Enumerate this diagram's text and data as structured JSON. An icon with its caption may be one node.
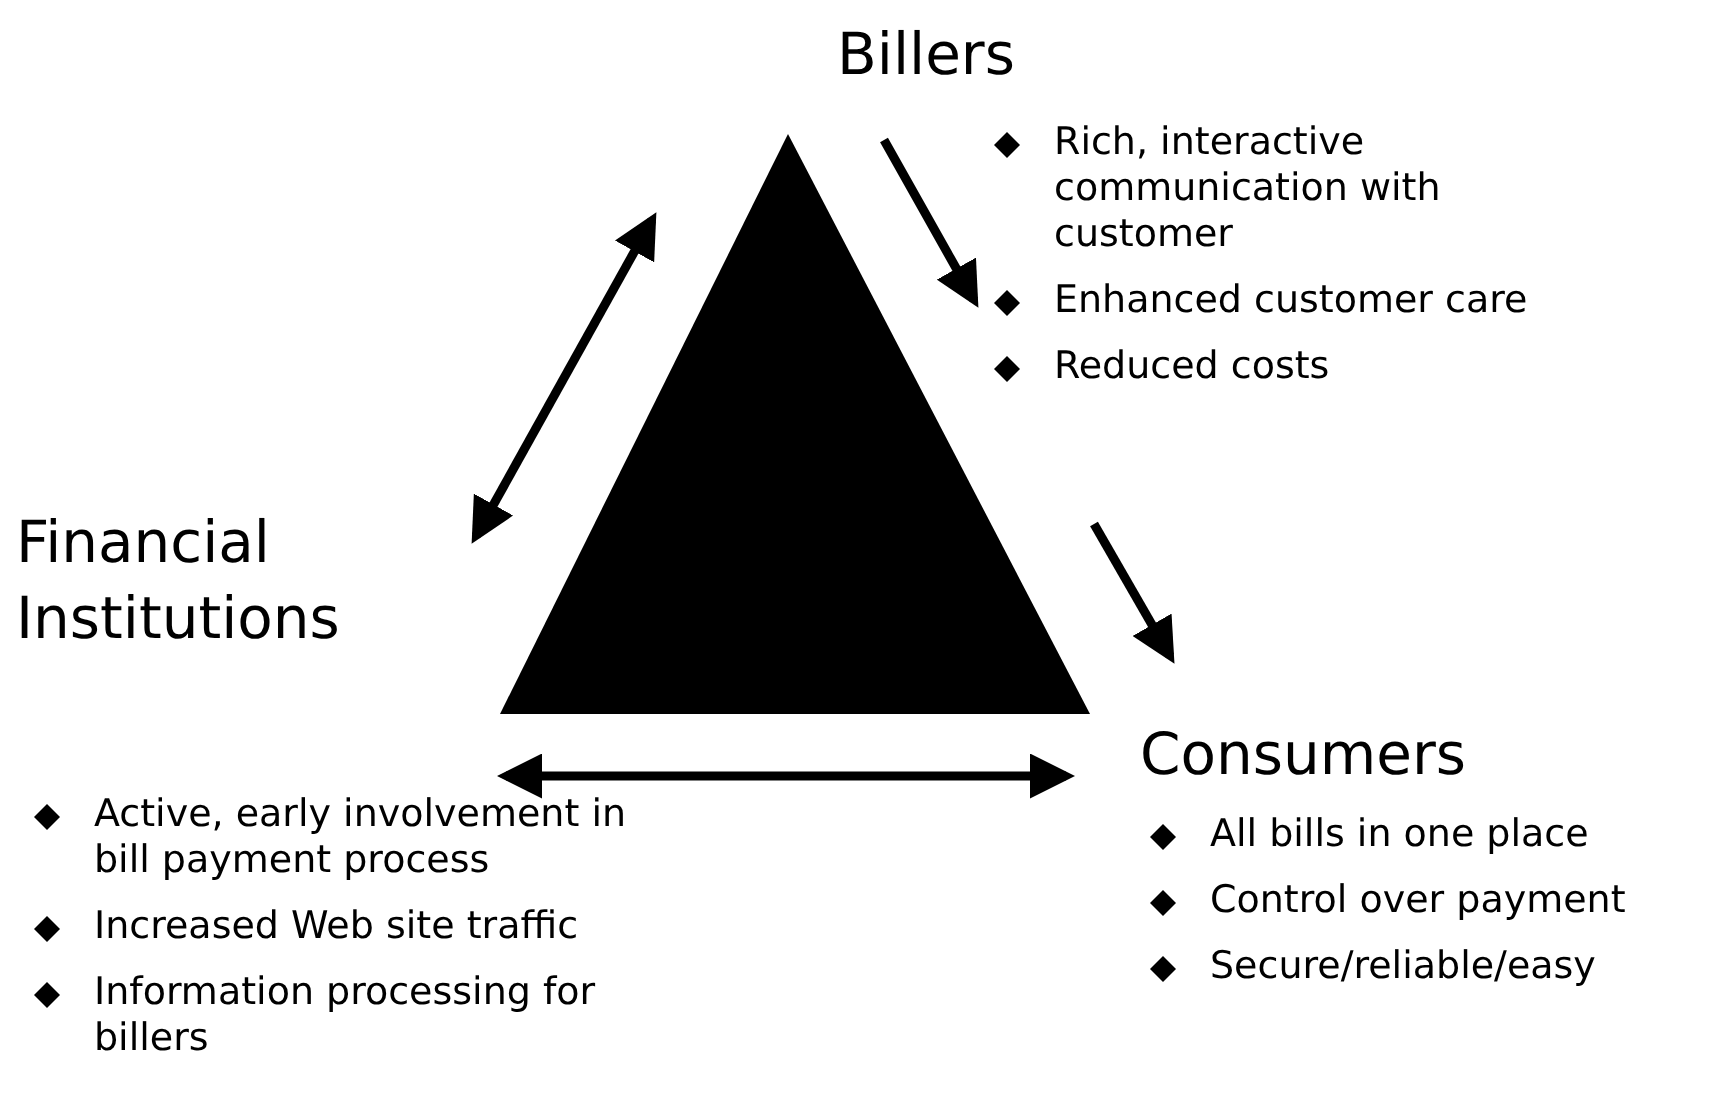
{
  "diagram": {
    "nodes": [
      {
        "text": [
          "Billers"
        ],
        "beside": [
          "Rich, interactive communication with customer",
          "Enhanced customer care",
          "Reduced costs"
        ]
      },
      {
        "text": [
          "Financial Institutions"
        ],
        "beside": [
          "Active, early involvement in bill payment process",
          "Increased Web site traffic",
          "Information processing for billers"
        ]
      },
      {
        "text": [
          "Consumers"
        ],
        "beside": [
          "All bills in one place",
          "Control over payment",
          "Secure/reliable/easy"
        ]
      }
    ],
    "edges": [
      {
        "from": 1,
        "to": null,
        "arrow": "both"
      },
      {
        "from": null,
        "to": 0,
        "arrow": "to"
      },
      {
        "from": null,
        "to": 2,
        "arrow": "to"
      },
      {
        "from": 1,
        "to": 2,
        "arrow": "both"
      }
    ]
  }
}
